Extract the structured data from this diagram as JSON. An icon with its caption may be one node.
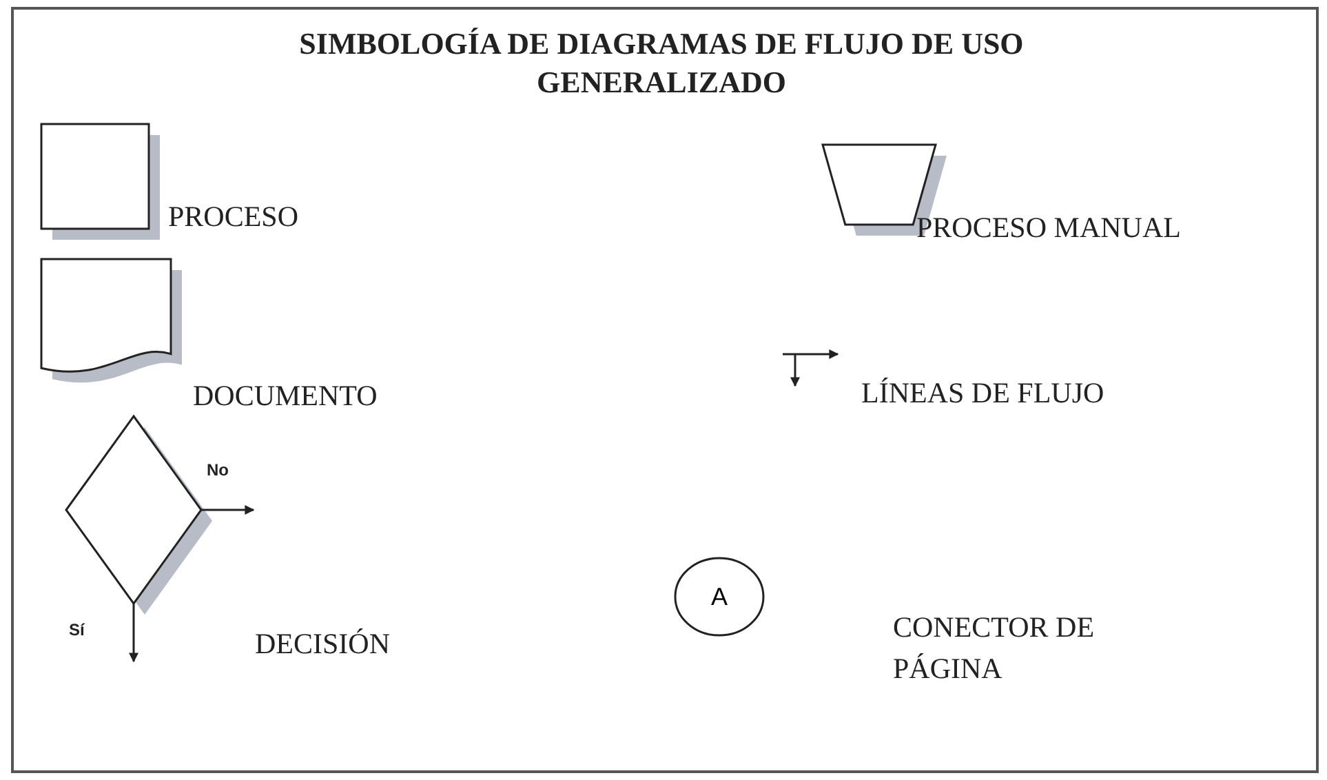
{
  "diagram": {
    "title": "SIMBOLOGÍA DE DIAGRAMAS DE FLUJO DE USO GENERALIZADO",
    "nodes": [
      {
        "text": [],
        "shape": "box",
        "beside": [
          "PROCESO"
        ]
      },
      {
        "text": [],
        "shape": "trapezoid",
        "beside": [
          "PROCESO MANUAL"
        ]
      },
      {
        "text": [],
        "shape": "document",
        "beside": [
          "DOCUMENTO"
        ]
      },
      {
        "text": [],
        "shape": "diamond",
        "beside": [
          "DECISIÓN"
        ]
      },
      {
        "text": [
          "A"
        ]
      }
    ],
    "edges": [
      {
        "from": 3,
        "to": null,
        "arrow": "to",
        "label": "No"
      },
      {
        "from": 3,
        "to": null,
        "arrow": "to",
        "label": "Sí"
      }
    ],
    "labels": [
      "LÍNEAS DE FLUJO",
      "CONECTOR DE PÁGINA"
    ]
  }
}
